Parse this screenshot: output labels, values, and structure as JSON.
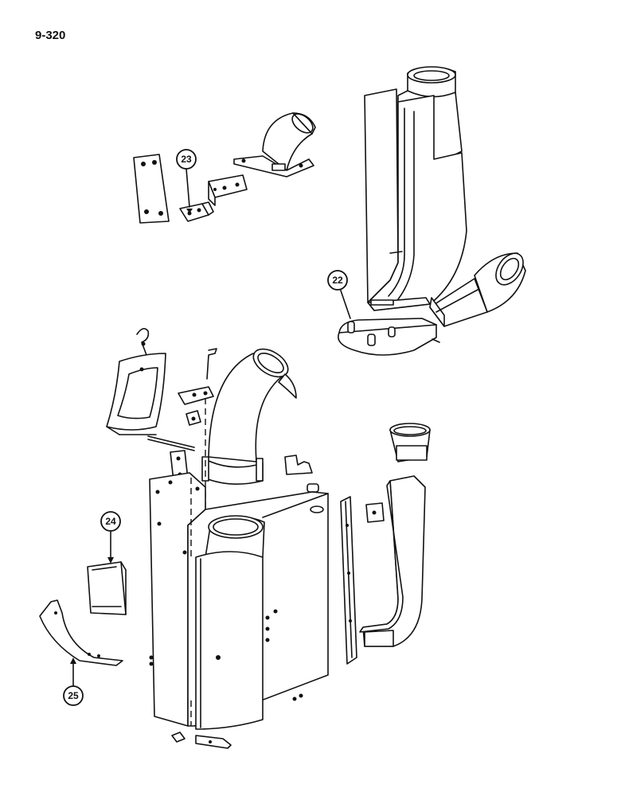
{
  "page_number": "9-320",
  "callouts": [
    {
      "id": "23",
      "label": "23"
    },
    {
      "id": "22",
      "label": "22"
    },
    {
      "id": "24",
      "label": "24"
    },
    {
      "id": "25",
      "label": "25"
    }
  ]
}
